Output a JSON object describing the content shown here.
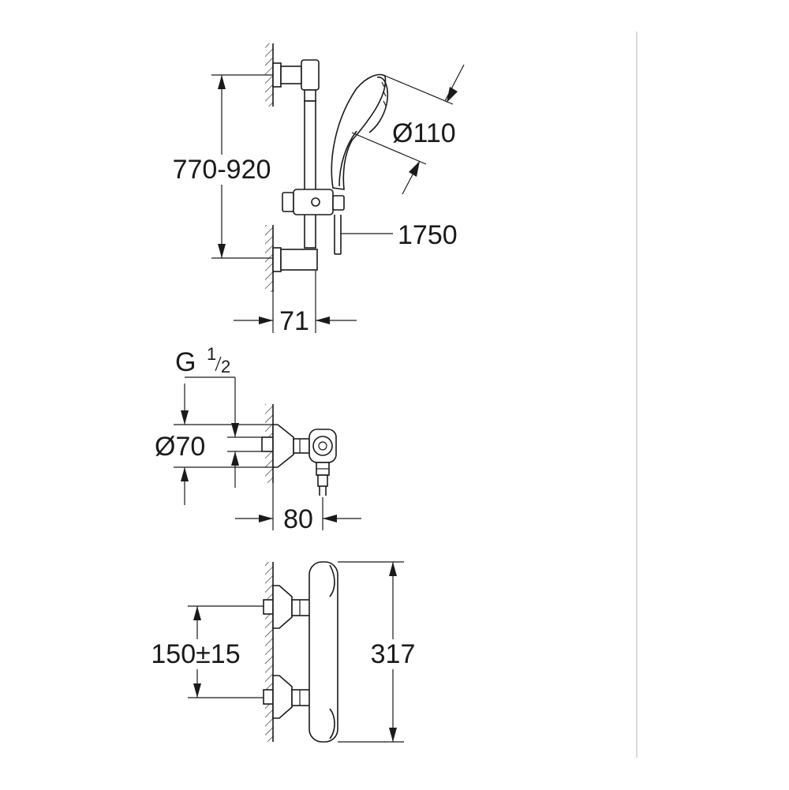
{
  "dimensions": {
    "rail_height": "770-920",
    "head_diameter": "Ø110",
    "hose_length": "1750",
    "rail_depth": "71",
    "thread_main": "G",
    "thread_num": "1",
    "thread_den": "2",
    "rosette_diameter": "Ø70",
    "mixer_depth": "80",
    "inlet_spacing": "150±15",
    "mixer_height": "317"
  },
  "colors": {
    "line": "#1a1a1a",
    "background": "#ffffff",
    "divider": "#cfcfcf"
  }
}
